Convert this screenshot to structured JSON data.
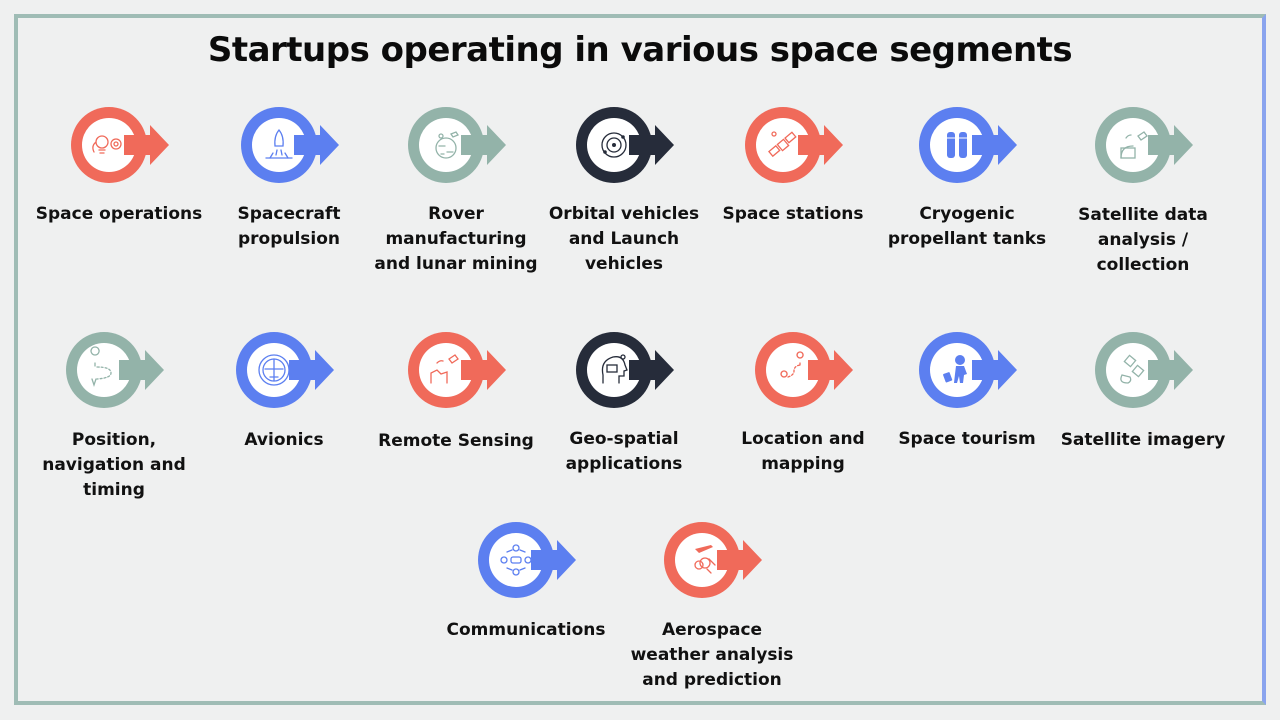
{
  "title": "Startups operating in various space segments",
  "colors": {
    "red": "#f06a5a",
    "blue": "#5c7ff0",
    "sage": "#93b3a9",
    "navy": "#262c3a",
    "background": "#eff0f0"
  },
  "items": [
    {
      "label": "Space operations",
      "color": "red",
      "icon": "lightbulb-gear-icon"
    },
    {
      "label": "Spacecraft propulsion",
      "color": "blue",
      "icon": "rocket-launch-icon"
    },
    {
      "label": "Rover manufacturing and lunar mining",
      "color": "sage",
      "icon": "planet-rover-icon"
    },
    {
      "label": "Orbital vehicles and Launch vehicles",
      "color": "navy",
      "icon": "orbit-icon"
    },
    {
      "label": "Space stations",
      "color": "red",
      "icon": "satellite-icon"
    },
    {
      "label": "Cryogenic propellant tanks",
      "color": "blue",
      "icon": "fuel-tanks-icon"
    },
    {
      "label": "Satellite data analysis / collection",
      "color": "sage",
      "icon": "satellite-dish-icon"
    },
    {
      "label": "Position, navigation and timing",
      "color": "sage",
      "icon": "route-pin-icon"
    },
    {
      "label": "Avionics",
      "color": "blue",
      "icon": "airplane-circle-icon"
    },
    {
      "label": "Remote Sensing",
      "color": "red",
      "icon": "remote-sensing-icon"
    },
    {
      "label": "Geo-spatial applications",
      "color": "navy",
      "icon": "head-vr-icon"
    },
    {
      "label": "Location and mapping",
      "color": "red",
      "icon": "map-route-icon"
    },
    {
      "label": "Space tourism",
      "color": "blue",
      "icon": "astronaut-luggage-icon"
    },
    {
      "label": "Satellite imagery",
      "color": "sage",
      "icon": "satellite-panel-icon"
    },
    {
      "label": "Communications",
      "color": "blue",
      "icon": "network-chat-icon"
    },
    {
      "label": "Aerospace weather analysis and prediction",
      "color": "red",
      "icon": "plane-cloud-icon"
    }
  ]
}
